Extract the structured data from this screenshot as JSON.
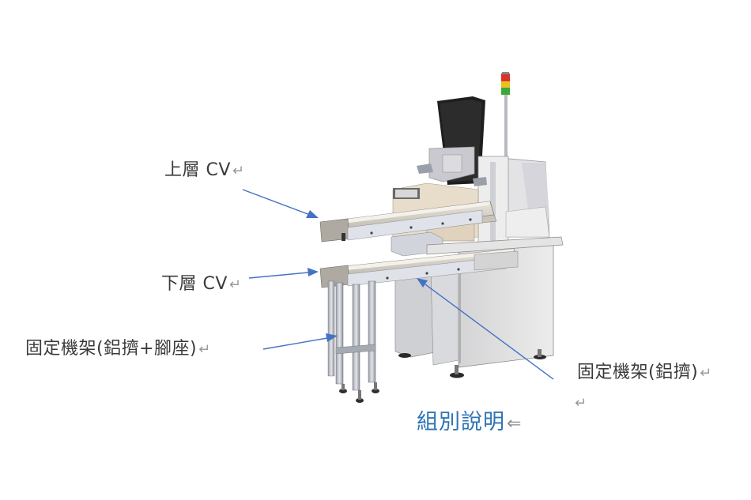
{
  "figure": {
    "caption": "組別說明",
    "caption_mark": "⇐",
    "caption_color": "#2e74b5",
    "arrow_color": "#4472c4",
    "paragraph_mark": "↵"
  },
  "labels": [
    {
      "id": "upper-cv",
      "text": "上層 CV",
      "mark": "↵"
    },
    {
      "id": "lower-cv",
      "text": "下層 CV",
      "mark": "↵"
    },
    {
      "id": "fixed-frame-extrusion-feet",
      "text": "固定機架(鋁擠+腳座)",
      "mark": "↵"
    },
    {
      "id": "fixed-frame-extrusion",
      "text": "固定機架(鋁擠)",
      "mark": "↵"
    }
  ],
  "machine": {
    "signal_tower_colors": [
      "#d9332b",
      "#e8c21f",
      "#3aa83a"
    ],
    "monitor_color": "#1e1e1e",
    "body_color": "#e6e6e6"
  }
}
